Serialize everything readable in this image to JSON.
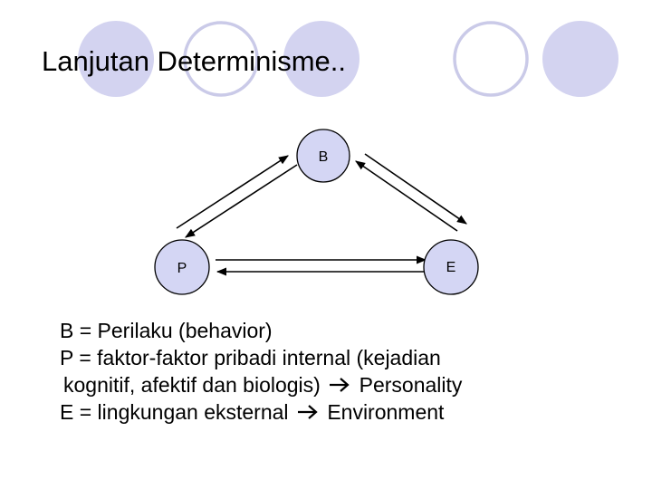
{
  "title": "Lanjutan Determinisme..",
  "colors": {
    "circle_fill": "#d3d3f0",
    "circle_outline": "#c9c9e6",
    "node_fill": "#d4d6f4",
    "node_stroke": "#000000",
    "arrow": "#000000"
  },
  "diagram": {
    "nodes": {
      "b": {
        "label": "B"
      },
      "p": {
        "label": "P"
      },
      "e": {
        "label": "E"
      }
    }
  },
  "legend": {
    "line1": "B = Perilaku (behavior)",
    "line2a": "P = faktor-faktor pribadi internal (kejadian",
    "line2b_pre": "kognitif, afektif dan biologis)",
    "line2b_post": "Personality",
    "line3_pre": "E = lingkungan eksternal",
    "line3_post": "Environment",
    "arrow_icon": "right-arrow-icon"
  }
}
